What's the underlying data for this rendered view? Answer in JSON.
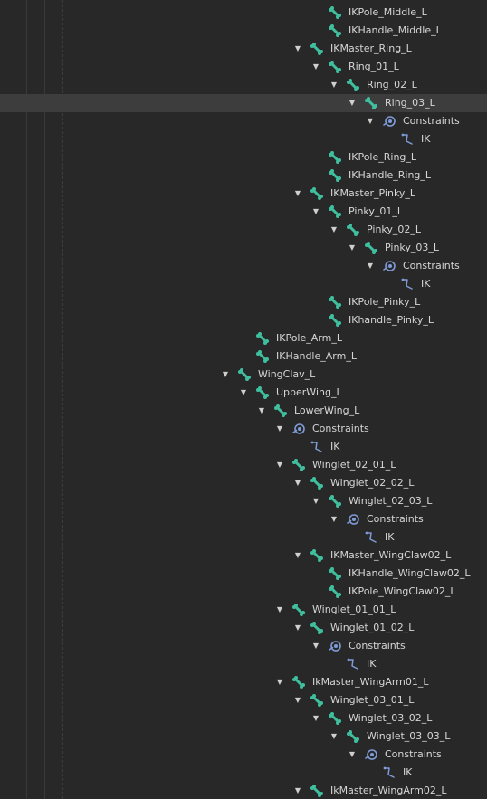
{
  "outliner": {
    "expander_glyph": "▼",
    "colors": {
      "bone_icon": "#3fbf9e",
      "constraint_icon": "#7f9bd6",
      "text": "#d6d6d6",
      "background": "#282828",
      "selected_row": "#3d3d3d"
    },
    "rows": [
      {
        "label": "IKPole_Middle_L",
        "icon": "bone-icon",
        "depth": 6,
        "expanded": false,
        "selected": false
      },
      {
        "label": "IKHandle_Middle_L",
        "icon": "bone-icon",
        "depth": 6,
        "expanded": false,
        "selected": false
      },
      {
        "label": "IKMaster_Ring_L",
        "icon": "bone-icon",
        "depth": 5,
        "expanded": true,
        "selected": false
      },
      {
        "label": "Ring_01_L",
        "icon": "bone-icon",
        "depth": 6,
        "expanded": true,
        "selected": false
      },
      {
        "label": "Ring_02_L",
        "icon": "bone-icon",
        "depth": 7,
        "expanded": true,
        "selected": false
      },
      {
        "label": "Ring_03_L",
        "icon": "bone-icon",
        "depth": 8,
        "expanded": true,
        "selected": true
      },
      {
        "label": "Constraints",
        "icon": "constraint-icon",
        "depth": 9,
        "expanded": true,
        "selected": false
      },
      {
        "label": "IK",
        "icon": "ik-icon",
        "depth": 10,
        "expanded": false,
        "selected": false
      },
      {
        "label": "IKPole_Ring_L",
        "icon": "bone-icon",
        "depth": 6,
        "expanded": false,
        "selected": false
      },
      {
        "label": "IKHandle_Ring_L",
        "icon": "bone-icon",
        "depth": 6,
        "expanded": false,
        "selected": false
      },
      {
        "label": "IKMaster_Pinky_L",
        "icon": "bone-icon",
        "depth": 5,
        "expanded": true,
        "selected": false
      },
      {
        "label": "Pinky_01_L",
        "icon": "bone-icon",
        "depth": 6,
        "expanded": true,
        "selected": false
      },
      {
        "label": "Pinky_02_L",
        "icon": "bone-icon",
        "depth": 7,
        "expanded": true,
        "selected": false
      },
      {
        "label": "Pinky_03_L",
        "icon": "bone-icon",
        "depth": 8,
        "expanded": true,
        "selected": false
      },
      {
        "label": "Constraints",
        "icon": "constraint-icon",
        "depth": 9,
        "expanded": true,
        "selected": false
      },
      {
        "label": "IK",
        "icon": "ik-icon",
        "depth": 10,
        "expanded": false,
        "selected": false
      },
      {
        "label": "IKPole_Pinky_L",
        "icon": "bone-icon",
        "depth": 6,
        "expanded": false,
        "selected": false
      },
      {
        "label": "IKhandle_Pinky_L",
        "icon": "bone-icon",
        "depth": 6,
        "expanded": false,
        "selected": false
      },
      {
        "label": "IKPole_Arm_L",
        "icon": "bone-icon",
        "depth": 2,
        "expanded": false,
        "selected": false
      },
      {
        "label": "IKHandle_Arm_L",
        "icon": "bone-icon",
        "depth": 2,
        "expanded": false,
        "selected": false
      },
      {
        "label": "WingClav_L",
        "icon": "bone-icon",
        "depth": 1,
        "expanded": true,
        "selected": false
      },
      {
        "label": "UpperWing_L",
        "icon": "bone-icon",
        "depth": 2,
        "expanded": true,
        "selected": false
      },
      {
        "label": "LowerWing_L",
        "icon": "bone-icon",
        "depth": 3,
        "expanded": true,
        "selected": false
      },
      {
        "label": "Constraints",
        "icon": "constraint-icon",
        "depth": 4,
        "expanded": true,
        "selected": false
      },
      {
        "label": "IK",
        "icon": "ik-icon",
        "depth": 5,
        "expanded": false,
        "selected": false
      },
      {
        "label": "Winglet_02_01_L",
        "icon": "bone-icon",
        "depth": 4,
        "expanded": true,
        "selected": false
      },
      {
        "label": "Winglet_02_02_L",
        "icon": "bone-icon",
        "depth": 5,
        "expanded": true,
        "selected": false
      },
      {
        "label": "Winglet_02_03_L",
        "icon": "bone-icon",
        "depth": 6,
        "expanded": true,
        "selected": false
      },
      {
        "label": "Constraints",
        "icon": "constraint-icon",
        "depth": 7,
        "expanded": true,
        "selected": false
      },
      {
        "label": "IK",
        "icon": "ik-icon",
        "depth": 8,
        "expanded": false,
        "selected": false
      },
      {
        "label": "IKMaster_WingClaw02_L",
        "icon": "bone-icon",
        "depth": 5,
        "expanded": true,
        "selected": false
      },
      {
        "label": "IKHandle_WingClaw02_L",
        "icon": "bone-icon",
        "depth": 6,
        "expanded": false,
        "selected": false
      },
      {
        "label": "IKPole_WingClaw02_L",
        "icon": "bone-icon",
        "depth": 6,
        "expanded": false,
        "selected": false
      },
      {
        "label": "Winglet_01_01_L",
        "icon": "bone-icon",
        "depth": 4,
        "expanded": true,
        "selected": false
      },
      {
        "label": "Winglet_01_02_L",
        "icon": "bone-icon",
        "depth": 5,
        "expanded": true,
        "selected": false
      },
      {
        "label": "Constraints",
        "icon": "constraint-icon",
        "depth": 6,
        "expanded": true,
        "selected": false
      },
      {
        "label": "IK",
        "icon": "ik-icon",
        "depth": 7,
        "expanded": false,
        "selected": false
      },
      {
        "label": "IkMaster_WingArm01_L",
        "icon": "bone-icon",
        "depth": 4,
        "expanded": true,
        "selected": false
      },
      {
        "label": "Winglet_03_01_L",
        "icon": "bone-icon",
        "depth": 5,
        "expanded": true,
        "selected": false
      },
      {
        "label": "Winglet_03_02_L",
        "icon": "bone-icon",
        "depth": 6,
        "expanded": true,
        "selected": false
      },
      {
        "label": "Winglet_03_03_L",
        "icon": "bone-icon",
        "depth": 7,
        "expanded": true,
        "selected": false
      },
      {
        "label": "Constraints",
        "icon": "constraint-icon",
        "depth": 8,
        "expanded": true,
        "selected": false
      },
      {
        "label": "IK",
        "icon": "ik-icon",
        "depth": 9,
        "expanded": false,
        "selected": false
      },
      {
        "label": "IkMaster_WingArm02_L",
        "icon": "bone-icon",
        "depth": 5,
        "expanded": true,
        "selected": false
      }
    ]
  }
}
